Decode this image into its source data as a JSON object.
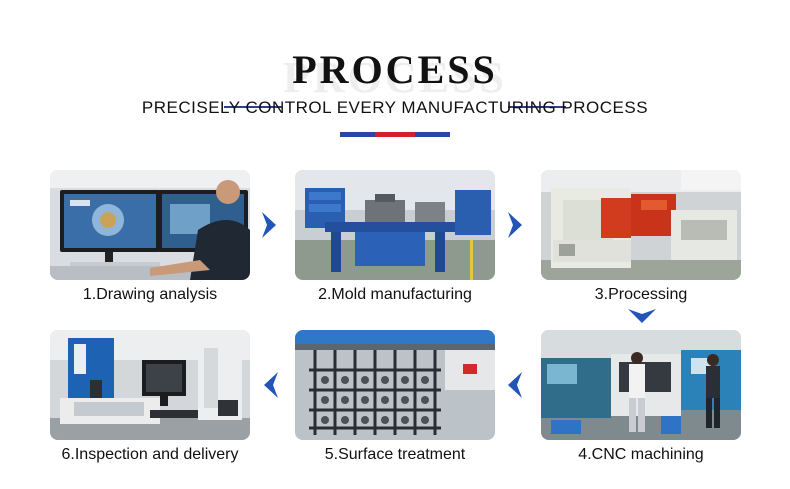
{
  "header": {
    "title": "PROCESS",
    "title_ghost": "PROCESS",
    "subtitle": "PRECISELY CONTROL EVERY MANUFACTURING PROCESS"
  },
  "colors": {
    "accent_blue": "#2a45a8",
    "accent_red": "#d61f2b",
    "arrow_blue": "#2355b7"
  },
  "steps": [
    {
      "label": "1.Drawing analysis",
      "image": "engineer at cad workstation"
    },
    {
      "label": "2.Mold manufacturing",
      "image": "mold workshop with blue workbenches"
    },
    {
      "label": "3.Processing",
      "image": "injection molding machine"
    },
    {
      "label": "4.CNC machining",
      "image": "cnc machining workshop"
    },
    {
      "label": "5.Surface treatment",
      "image": "plating racks with parts"
    },
    {
      "label": "6.Inspection and delivery",
      "image": "optical measuring instrument"
    }
  ],
  "arrows": [
    "arrow-right-icon",
    "arrow-right-icon",
    "arrow-down-icon",
    "arrow-left-icon",
    "arrow-left-icon"
  ]
}
